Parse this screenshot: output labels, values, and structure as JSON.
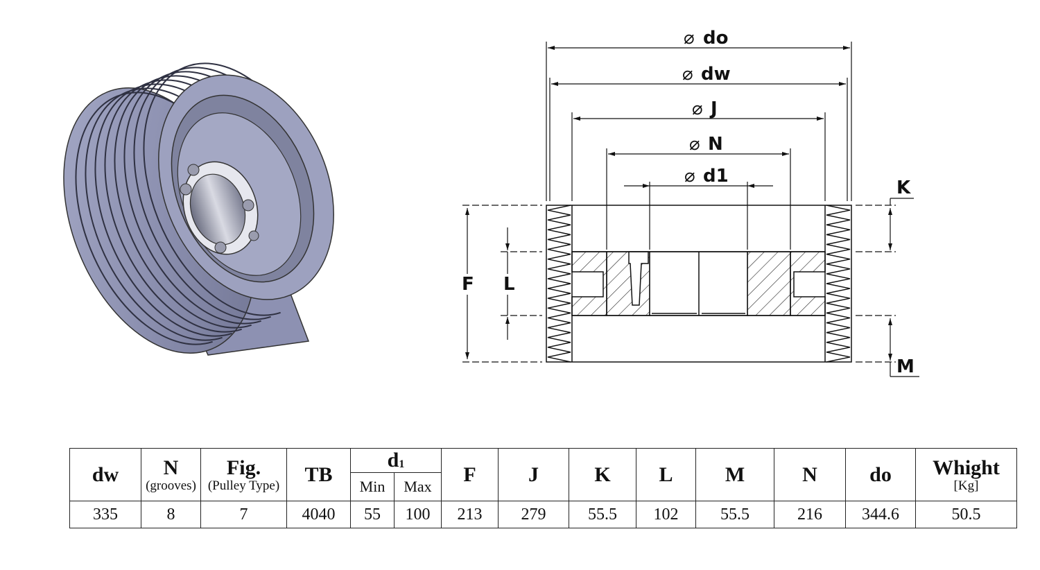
{
  "drawing": {
    "labels": {
      "do": "do",
      "dw": "dw",
      "J": "J",
      "N": "N",
      "d1": "d1",
      "K": "K",
      "F": "F",
      "L": "L",
      "M": "M"
    },
    "diameter_symbol": "⌀"
  },
  "table": {
    "headers": {
      "dw": "dw",
      "N": "N",
      "N_sub": "(grooves)",
      "Fig": "Fig.",
      "Fig_sub": "(Pulley Type)",
      "TB": "TB",
      "d1_main": "d",
      "d1_sub": "1",
      "d1_min": "Min",
      "d1_max": "Max",
      "F": "F",
      "J": "J",
      "K": "K",
      "L": "L",
      "M": "M",
      "N2": "N",
      "do": "do",
      "weight": "Whight",
      "weight_unit": "[Kg]"
    },
    "row": {
      "dw": "335",
      "N": "8",
      "Fig": "7",
      "TB": "4040",
      "d1_min": "55",
      "d1_max": "100",
      "F": "213",
      "J": "279",
      "K": "55.5",
      "L": "102",
      "M": "55.5",
      "N2": "216",
      "do": "344.6",
      "weight": "50.5"
    }
  }
}
